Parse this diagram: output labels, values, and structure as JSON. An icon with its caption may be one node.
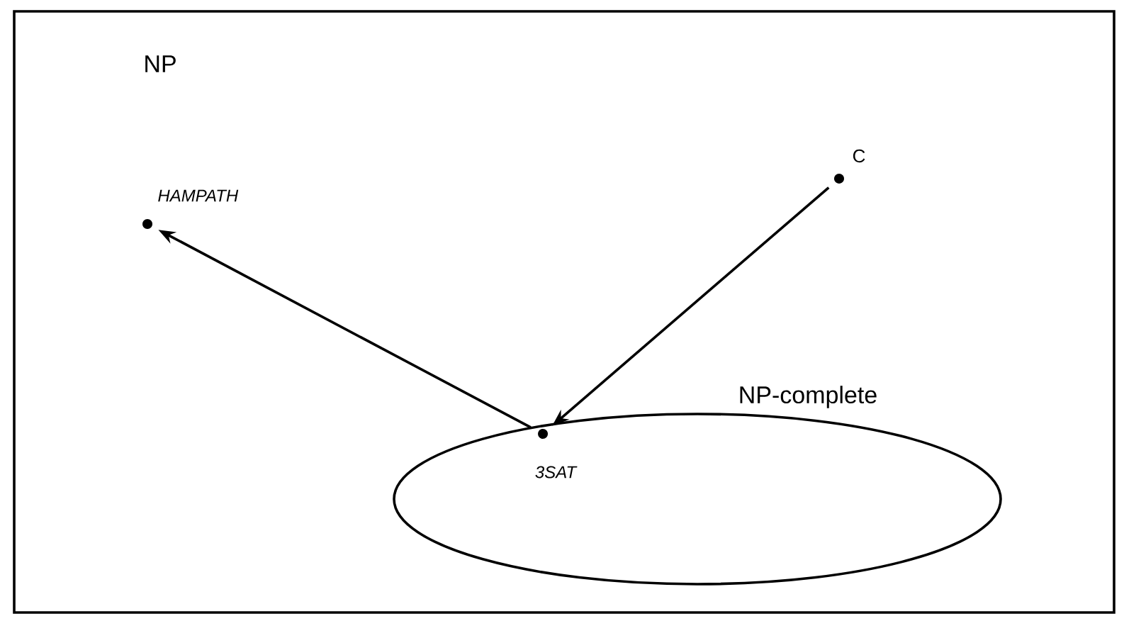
{
  "diagram": {
    "nodes": [
      {
        "text": [
          "NP"
        ]
      },
      {
        "text": [
          "NP-complete"
        ],
        "in": 0
      },
      {
        "text": [
          "HAMPATH"
        ],
        "in": 0
      },
      {
        "text": [
          "C"
        ],
        "in": 0
      },
      {
        "text": [
          "3SAT"
        ],
        "in": 1
      }
    ],
    "edges": [
      {
        "from": 4,
        "to": 2,
        "arrow": "to"
      },
      {
        "from": 3,
        "to": 4,
        "arrow": "to"
      }
    ]
  }
}
